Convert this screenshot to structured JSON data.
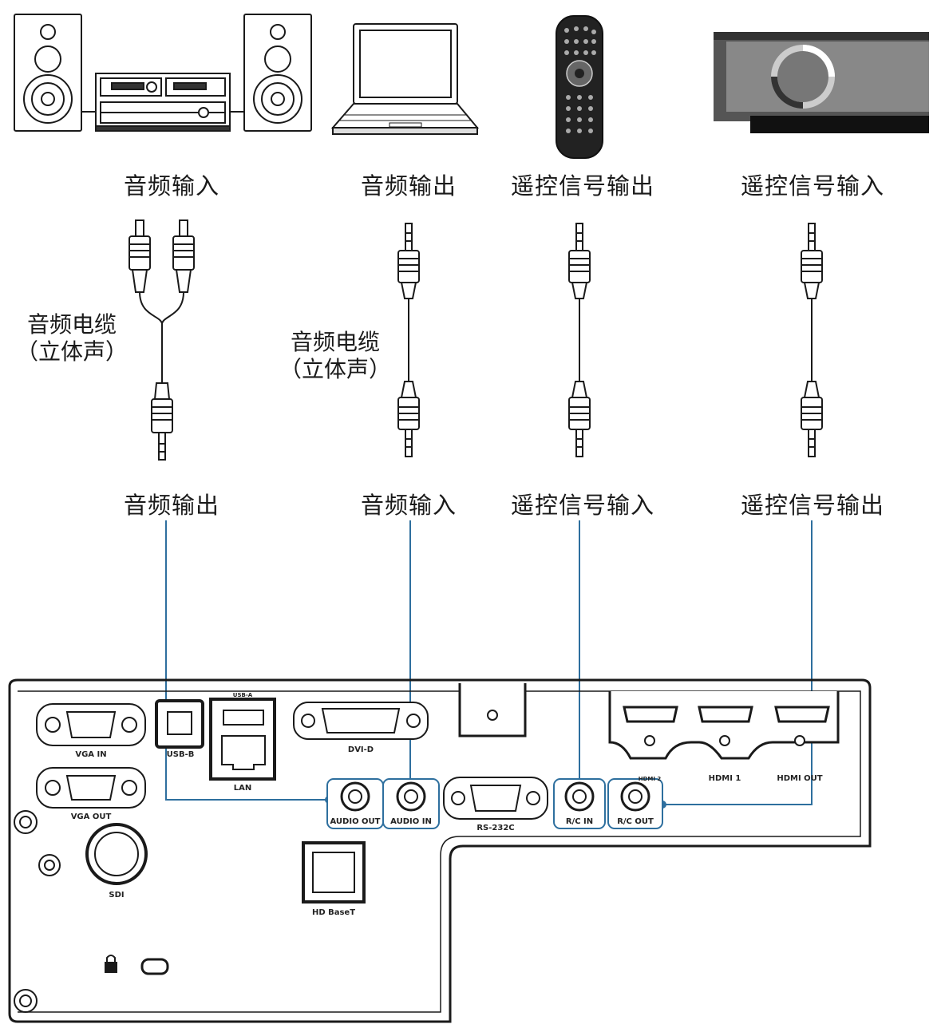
{
  "devices": {
    "stereo": {
      "label": "音频输入"
    },
    "laptop": {
      "label": "音频输出"
    },
    "remote": {
      "label": "遥控信号输出"
    },
    "projector": {
      "label": "遥控信号输入"
    }
  },
  "cables": {
    "cable1": {
      "line1": "音频电缆",
      "line2": "（立体声）"
    },
    "cable2": {
      "line1": "音频电缆",
      "line2": "（立体声）"
    }
  },
  "port_labels": {
    "audio_out_side": "音频输出",
    "audio_in_side": "音频输入",
    "rc_in_side": "遥控信号输入",
    "rc_out_side": "遥控信号输出"
  },
  "panel": {
    "vga_in": "VGA IN",
    "vga_out": "VGA OUT",
    "usb_b": "USB-B",
    "usb_a": "USB-A",
    "lan": "LAN",
    "dvi_d": "DVI-D",
    "sdi": "SDI",
    "hdbaset": "HD BaseT",
    "audio_out": "AUDIO OUT",
    "audio_in": "AUDIO IN",
    "rs232c": "RS-232C",
    "rc_in": "R/C IN",
    "rc_out": "R/C OUT",
    "hdmi2": "HDMI 2",
    "hdmi1": "HDMI 1",
    "hdmi_out": "HDMI OUT"
  },
  "colors": {
    "connection_line": "#2e6f9e",
    "outline": "#1a1a1a",
    "remote_body": "#222222",
    "projector_body": "#555555"
  }
}
